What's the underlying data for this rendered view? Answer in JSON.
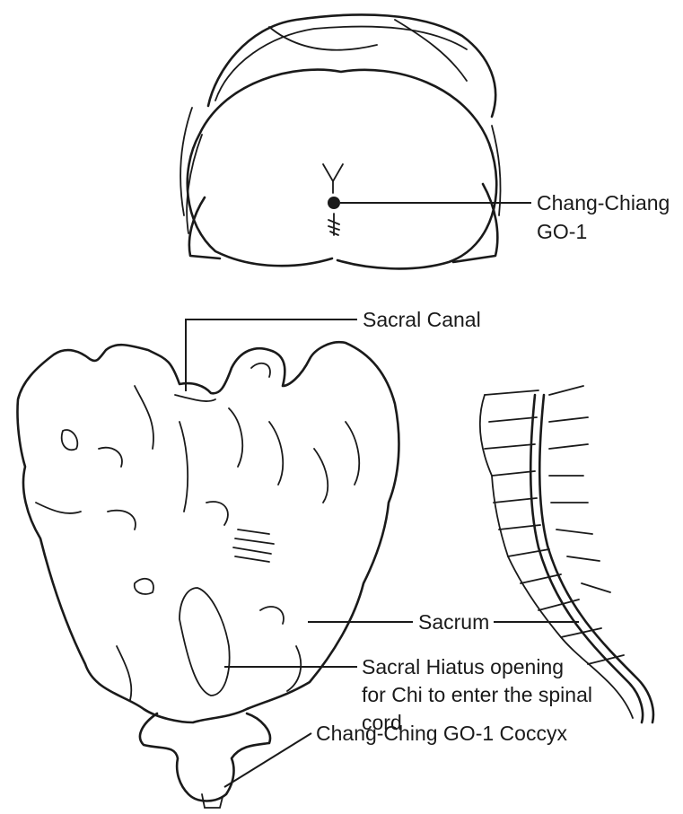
{
  "labels": {
    "chang_chiang": "Chang-Chiang",
    "go1": "GO-1",
    "sacral_canal": "Sacral Canal",
    "sacrum": "Sacrum",
    "hiatus_line1": "Sacral Hiatus opening",
    "hiatus_line2": "for Chi to enter the spinal",
    "hiatus_line3": "cord",
    "coccyx": "Chang-Ching GO-1 Coccyx"
  }
}
